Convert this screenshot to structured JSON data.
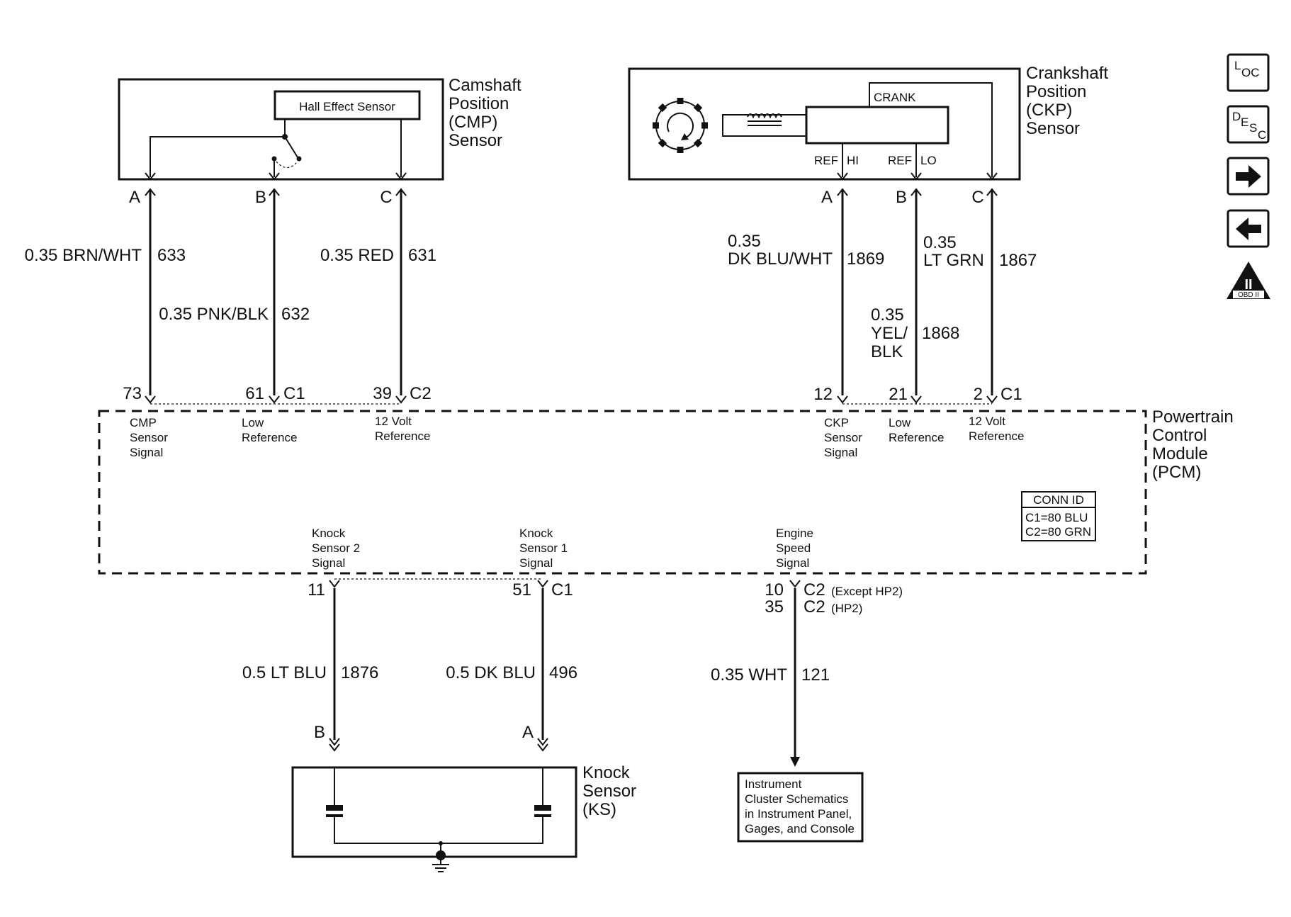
{
  "cmp": {
    "title_lines": [
      "Camshaft",
      "Position",
      "(CMP)",
      "Sensor"
    ],
    "hall_effect": "Hall Effect Sensor",
    "pins": [
      "A",
      "B",
      "C"
    ],
    "wires": [
      {
        "gauge_color": "0.35 BRN/WHT",
        "circuit": "633",
        "pcm_pin": "73",
        "pcm_label": [
          "CMP",
          "Sensor",
          "Signal"
        ]
      },
      {
        "gauge_color": "0.35 PNK/BLK",
        "circuit": "632",
        "pcm_pin": "61",
        "connector": "C1",
        "pcm_label": [
          "Low",
          "Reference"
        ]
      },
      {
        "gauge_color": "0.35 RED",
        "circuit": "631",
        "pcm_pin": "39",
        "connector": "C2",
        "pcm_label": [
          "12 Volt",
          "Reference"
        ]
      }
    ]
  },
  "ckp": {
    "title_lines": [
      "Crankshaft",
      "Position",
      "(CKP)",
      "Sensor"
    ],
    "crank": "CRANK",
    "ref_hi": [
      "REF",
      "HI"
    ],
    "ref_lo": [
      "REF",
      "LO"
    ],
    "pins": [
      "A",
      "B",
      "C"
    ],
    "wires": [
      {
        "gauge_lines": [
          "0.35",
          "DK BLU/WHT"
        ],
        "circuit": "1869",
        "pcm_pin": "12",
        "pcm_label": [
          "CKP",
          "Sensor",
          "Signal"
        ]
      },
      {
        "gauge_lines": [
          "0.35",
          "YEL/",
          "BLK"
        ],
        "circuit": "1868",
        "pcm_pin": "21",
        "pcm_label": [
          "Low",
          "Reference"
        ]
      },
      {
        "gauge_lines": [
          "0.35",
          "LT GRN"
        ],
        "circuit": "1867",
        "pcm_pin": "2",
        "connector": "C1",
        "pcm_label": [
          "12 Volt",
          "Reference"
        ]
      }
    ]
  },
  "pcm": {
    "title_lines": [
      "Powertrain",
      "Control",
      "Module",
      "(PCM)"
    ],
    "conn_id": {
      "header": "CONN ID",
      "lines": [
        "C1=80 BLU",
        "C2=80 GRN"
      ]
    }
  },
  "knock": {
    "title_lines": [
      "Knock",
      "Sensor",
      "(KS)"
    ],
    "wires": [
      {
        "pcm_label": [
          "Knock",
          "Sensor 2",
          "Signal"
        ],
        "pcm_pin": "11",
        "gauge_color": "0.5 LT BLU",
        "circuit": "1876",
        "sensor_pin": "B"
      },
      {
        "pcm_label": [
          "Knock",
          "Sensor 1",
          "Signal"
        ],
        "pcm_pin": "51",
        "connector": "C1",
        "gauge_color": "0.5 DK BLU",
        "circuit": "496",
        "sensor_pin": "A"
      }
    ]
  },
  "engine_speed": {
    "pcm_label": [
      "Engine",
      "Speed",
      "Signal"
    ],
    "pins": [
      {
        "pin": "10",
        "connector": "C2",
        "note": "(Except HP2)"
      },
      {
        "pin": "35",
        "connector": "C2",
        "note": "(HP2)"
      }
    ],
    "gauge_color": "0.35 WHT",
    "circuit": "121",
    "destination_lines": [
      "Instrument",
      "Cluster Schematics",
      "in Instrument Panel,",
      "Gages, and Console"
    ]
  },
  "nav": {
    "loc": {
      "big": "L",
      "small": "OC"
    },
    "desc": {
      "big": "D",
      "a": "E",
      "b": "S",
      "c": "C"
    },
    "forward_icon": "arrow-right-icon",
    "back_icon": "arrow-left-icon",
    "obd": {
      "mark": "II",
      "label": "OBD II"
    }
  }
}
